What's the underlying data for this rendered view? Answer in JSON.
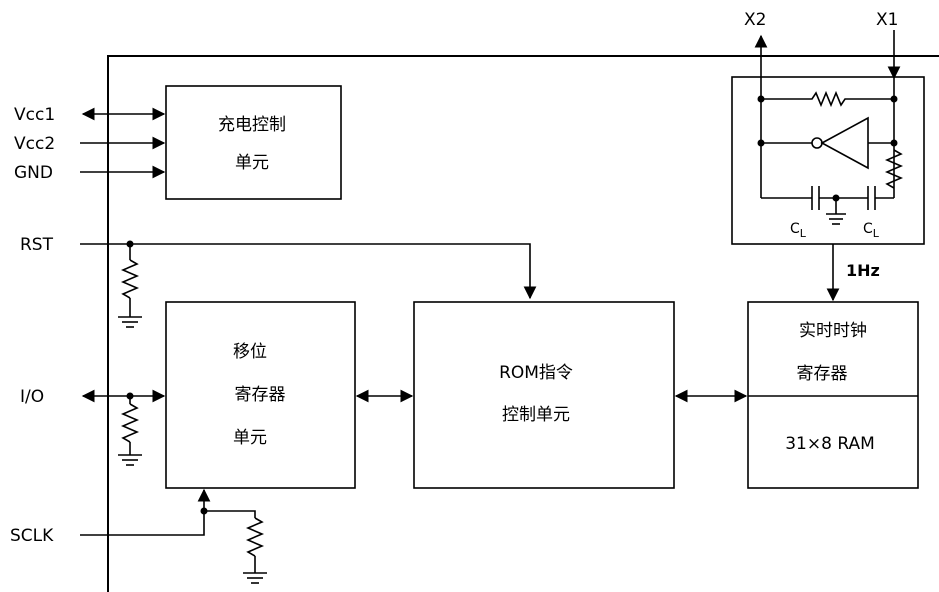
{
  "pins": {
    "vcc1": "Vcc1",
    "vcc2": "Vcc2",
    "gnd": "GND",
    "rst": "RST",
    "io": "I/O",
    "sclk": "SCLK",
    "x1": "X1",
    "x2": "X2"
  },
  "blocks": {
    "charge": [
      "充电控制",
      "单元"
    ],
    "shift": [
      "移位",
      "寄存器",
      "单元"
    ],
    "rom": [
      "ROM指令",
      "控制单元"
    ],
    "rtc": [
      "实时时钟",
      "寄存器"
    ],
    "ram": "31×8 RAM"
  },
  "osc": {
    "cap_left": "C",
    "cap_right": "C",
    "cap_sub": "L",
    "freq": "1Hz"
  }
}
